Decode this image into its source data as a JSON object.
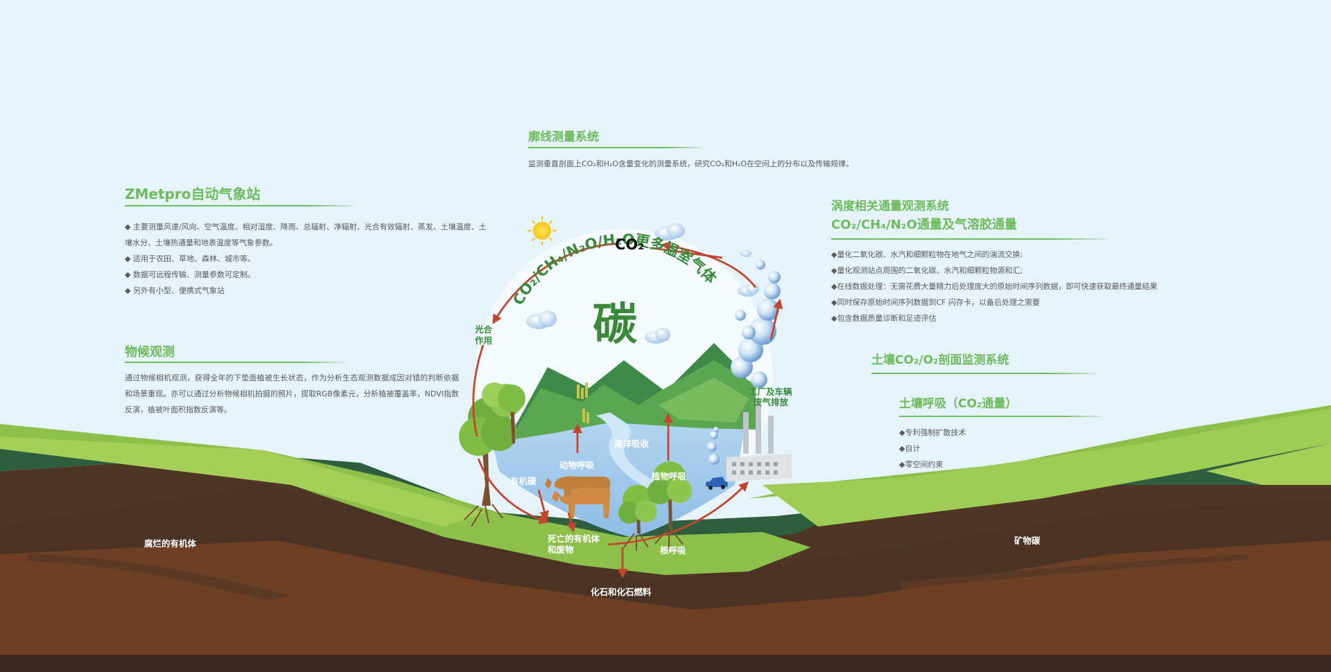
{
  "colors": {
    "sky": "#e6f3fb",
    "title_green": "#6dbb5b",
    "dark_green": "#3b8a3a",
    "arrow_red": "#c2452d",
    "soil_dark": "#4a3325",
    "soil_brown": "#6d4026"
  },
  "zmet": {
    "title": "ZMetpro自动气象站",
    "items": [
      "◆  主要测量风速/风向、空气温度、相对湿度、降雨、总辐射、净辐射、光合有效辐射、蒸发、土壤温度、土",
      "壤水分、土壤热通量和地表温度等气象参数。",
      "◆ 适用于农田、草地、森林、城市等。",
      "◆ 数据可远程传输、测量参数可定制。",
      "◆ 另外有小型、便携式气象站"
    ]
  },
  "phenology": {
    "title": "物候观测",
    "text": "通过物候相机观测，获得全年的下垫面植被生长状态，作为分析生态观测数据成因对错的判断依据和场景重现。亦可以通过分析物候相机拍摄的照片，提取RGB像素元，分析植被覆盖率，NDVI指数反演，植被叶面积指数反演等。"
  },
  "profile": {
    "title": "廓线测量系统",
    "text": "监测垂直剖面上CO₂和H₂O含量变化的测量系统，研究CO₂和H₂O在空间上的分布以及传输规律。"
  },
  "eddy": {
    "title1": "涡度相关通量观测系统",
    "title2": "CO₂/CH₄/N₂O通量及气溶胶通量",
    "items": [
      "◆量化二氧化碳、水汽和细颗粒物在地气之间的湍流交换;",
      "◆量化观测站点周围的二氧化碳、水汽和细颗粒物源和汇;",
      "◆在线数据处理：无需花费大量精力后处理庞大的原始时间序列数据，即可快速获取最终通量结果",
      "◆同时保存原始时间序列数据到CF 闪存卡，以备后处理之需要",
      "◆包含数据质量诊断和足迹评估"
    ]
  },
  "soil_profile": {
    "title": "土壤CO₂/O₂剖面监测系统"
  },
  "soil_resp": {
    "title": "土壤呼吸（CO₂通量）",
    "items": [
      "◆专利强制扩散技术",
      "◆自计",
      "◆零空间约束"
    ]
  },
  "diagram": {
    "co2": "CO₂",
    "arc_text": "CO₂/CH₄/N₂O/H₂O更多温室气体",
    "center_char": "碳",
    "photosynthesis": [
      "光合",
      "作用"
    ],
    "factory": [
      "工厂及车辆",
      "废气排放"
    ],
    "ocean": "海洋吸收",
    "animal_resp": "动物呼吸",
    "organic_carbon": "有机碳",
    "plant_resp": "植物呼吸",
    "dead_matter": [
      "死亡的有机体",
      "和废物"
    ],
    "root_resp": "根呼吸",
    "fossil": "化石和化石燃料",
    "decayed": "腐烂的有机体",
    "mineral": "矿物碳"
  }
}
